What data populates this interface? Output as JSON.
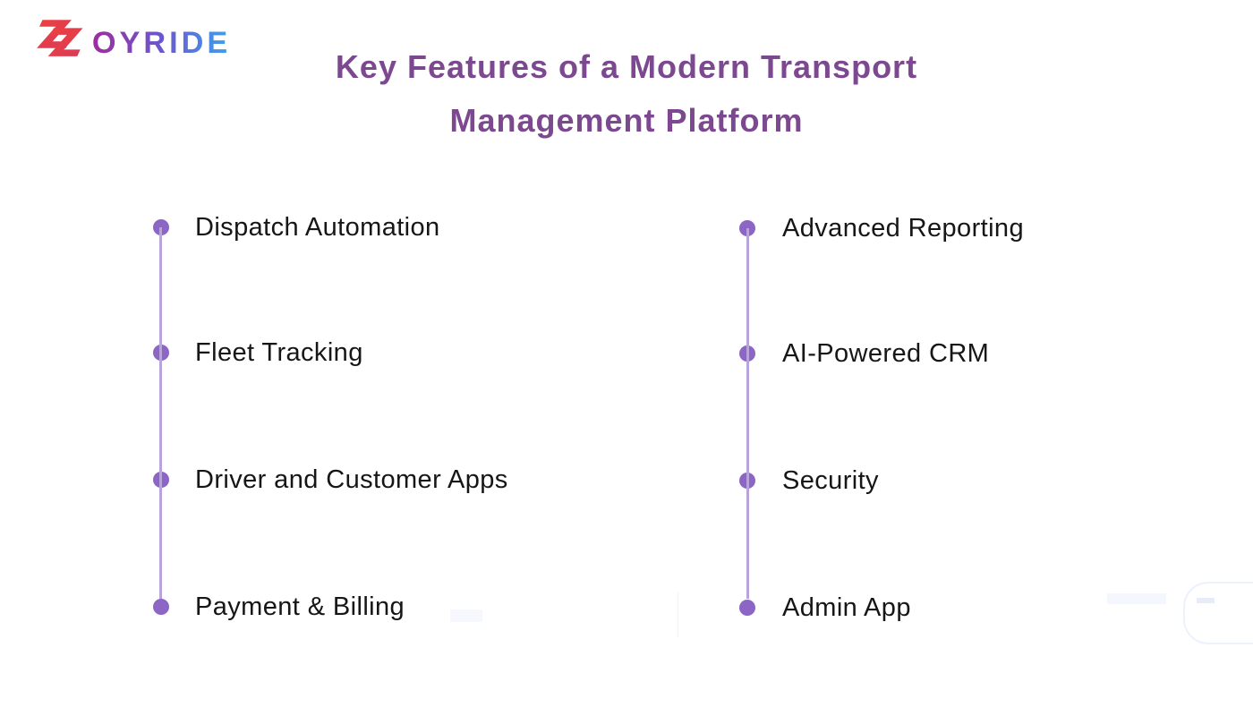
{
  "brand": {
    "mark": "Z",
    "name": "OYRIDE",
    "full_name": "ZOYRIDE",
    "mark_color_start": "#ee4140",
    "mark_color_end": "#d93a56",
    "word_color_start": "#9c2e9e",
    "word_color_mid": "#6b57cf",
    "word_color_end": "#3ba2ee"
  },
  "title": {
    "line1": "Key Features of a Modern Transport",
    "line2": "Management Platform",
    "color": "#7c4890"
  },
  "features": {
    "left": [
      "Dispatch Automation",
      "Fleet Tracking",
      "Driver and Customer Apps",
      "Payment & Billing"
    ],
    "right": [
      "Advanced Reporting",
      "AI-Powered CRM",
      "Security",
      "Admin App"
    ]
  },
  "theme": {
    "dot_color": "#8b66c4",
    "line_color": "#b8a4db",
    "text_color": "#161616",
    "background": "#ffffff"
  }
}
